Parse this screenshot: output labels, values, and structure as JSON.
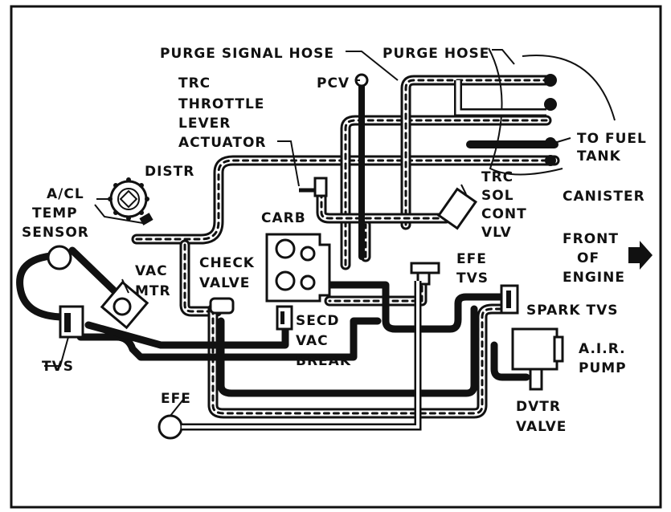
{
  "diagram": {
    "labels": {
      "purge_signal_hose": "PURGE SIGNAL HOSE",
      "purge_hose": "PURGE HOSE",
      "pcv": "PCV",
      "trc_throttle_lever_actuator": [
        "TRC",
        "THROTTLE",
        "LEVER",
        "ACTUATOR"
      ],
      "to_fuel_tank": [
        "TO FUEL",
        "TANK"
      ],
      "distr": "DISTR",
      "canister": "CANISTER",
      "trc_sol_cont_vlv": [
        "TRC",
        "SOL",
        "CONT",
        "VLV"
      ],
      "ac_cl_temp_sensor": [
        "A/CL",
        "TEMP",
        "SENSOR"
      ],
      "carb": "CARB",
      "front_of_engine": [
        "FRONT",
        "OF",
        "ENGINE"
      ],
      "check_valve": [
        "CHECK",
        "VALVE"
      ],
      "efe_tvs": [
        "EFE",
        "TVS"
      ],
      "vac_mtr": [
        "VAC",
        "MTR"
      ],
      "spark_tvs": "SPARK TVS",
      "secd_vac_break": [
        "SECD",
        "VAC",
        "BREAK"
      ],
      "air_pump": [
        "A.I.R.",
        "PUMP"
      ],
      "tvs": "TVS",
      "efe": "EFE",
      "dvtr_valve": [
        "DVTR",
        "VALVE"
      ]
    },
    "colors": {
      "ink": "#111111",
      "paper": "#ffffff"
    }
  }
}
